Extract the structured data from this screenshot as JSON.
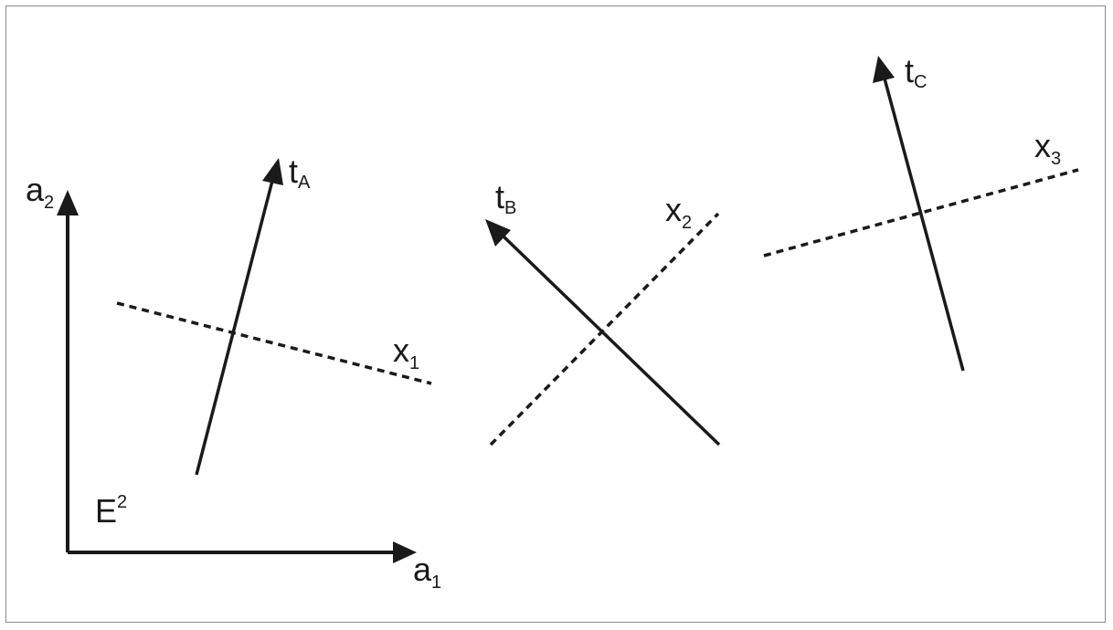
{
  "colors": {
    "stroke": "#1a1a1a",
    "border": "#8a8a8a",
    "background": "#ffffff"
  },
  "labels": {
    "space": {
      "base": "E",
      "sup": "2"
    },
    "axis_a1": {
      "base": "a",
      "sub": "1"
    },
    "axis_a2": {
      "base": "a",
      "sub": "2"
    },
    "tA": {
      "base": "t",
      "sub": "A"
    },
    "tB": {
      "base": "t",
      "sub": "B"
    },
    "tC": {
      "base": "t",
      "sub": "C"
    },
    "x1": {
      "base": "x",
      "sub": "1"
    },
    "x2": {
      "base": "x",
      "sub": "2"
    },
    "x3": {
      "base": "x",
      "sub": "3"
    }
  }
}
